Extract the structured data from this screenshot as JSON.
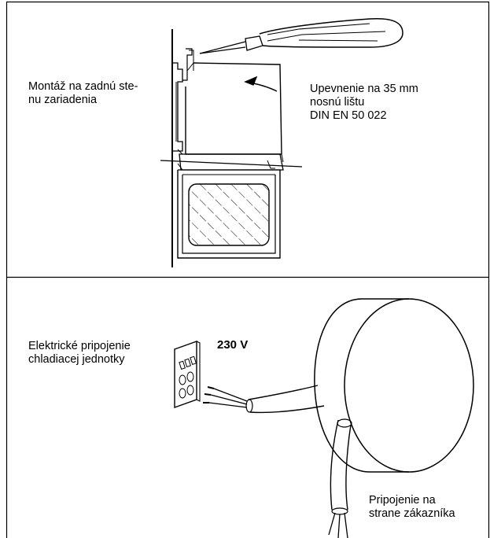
{
  "top_panel": {
    "left_label": "Montáž na zadnú ste-\nnu zariadenia",
    "right_label": "Upevnenie na 35 mm\nnosnú lištu\nDIN EN 50 022"
  },
  "bottom_panel": {
    "left_label": "Elektrické pripojenie\nchladiacej jednotky",
    "voltage_label": "230 V",
    "customer_label": "Pripojenie na\nstrane zákazníka"
  }
}
